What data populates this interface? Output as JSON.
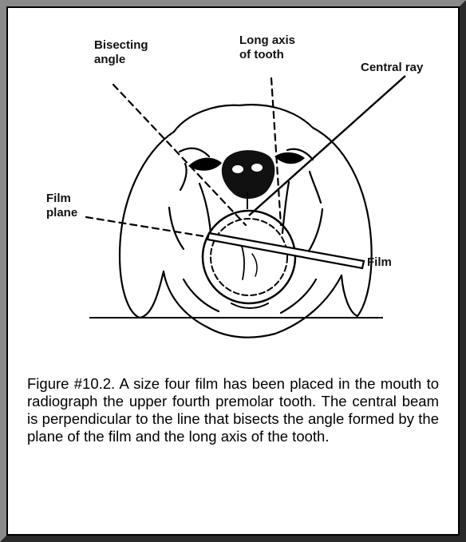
{
  "labels": {
    "bisecting_angle": [
      "Bisecting",
      "angle"
    ],
    "long_axis": [
      "Long axis",
      "of tooth"
    ],
    "central_ray": "Central ray",
    "film_plane": [
      "Film",
      "plane"
    ],
    "film": "Film"
  },
  "caption": "Figure #10.2. A size four film has been placed in the mouth to radiograph the upper fourth premolar tooth. The central beam is perpendicular to the line that bisects the angle formed by the plane of the film and the long axis of the tooth."
}
